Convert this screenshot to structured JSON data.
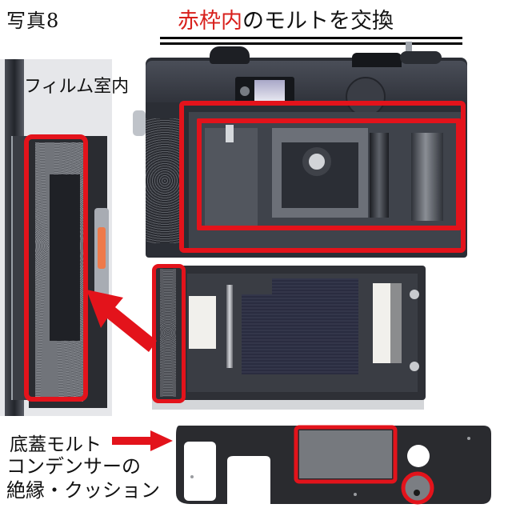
{
  "header": {
    "photo_label": "写真8",
    "title_highlight": "赤枠内",
    "title_rest": "のモルトを交換"
  },
  "annotations": {
    "film_chamber": "フィルム室内",
    "bottom_cover_seal": "底蓋モルト",
    "condenser_line1": "コンデンサーの",
    "condenser_line2": "絶縁・クッション"
  },
  "colors": {
    "highlight_red": "#e3131b",
    "title_red": "#d8201c",
    "text": "#111111",
    "camera_body": "#2b2e35"
  },
  "photos": [
    {
      "id": "film-chamber-closeup",
      "depicts": "close-up of back-door hinge light seal foam, red frame"
    },
    {
      "id": "camera-back-open",
      "depicts": "camera body with back open, two red frames around seal channels"
    },
    {
      "id": "back-door-inside",
      "depicts": "inside of back door, red frame around hinge seal, arrow to close-up"
    },
    {
      "id": "bottom-cover",
      "depicts": "bottom cover plate, red frames around foam pad and round condenser cushion"
    }
  ]
}
